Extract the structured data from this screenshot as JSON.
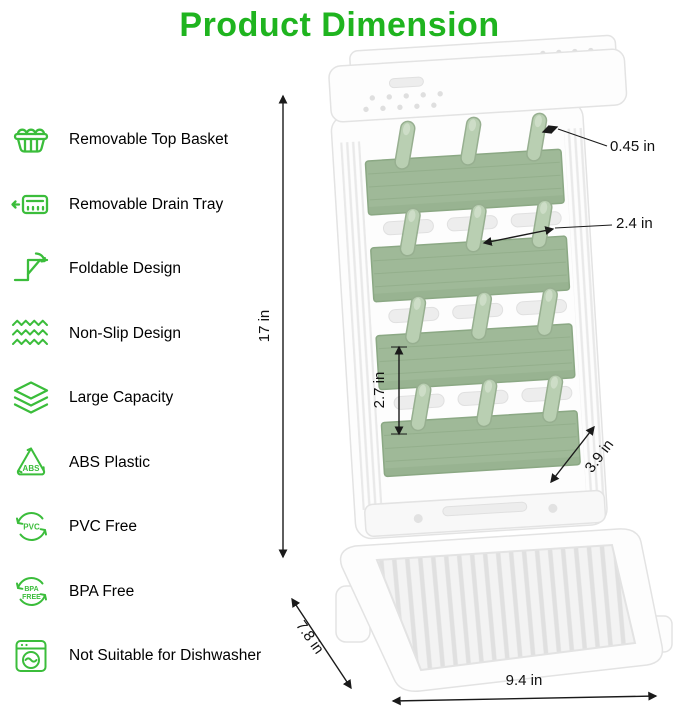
{
  "title": "Product Dimension",
  "colors": {
    "accent_green": "#3bbd3b",
    "title_green": "#1fb41f",
    "panel_green": "#9fb998",
    "peg_green": "#b9cfb2",
    "text_dark": "#111111"
  },
  "features": [
    {
      "label": "Removable Top Basket",
      "icon": "basket-icon"
    },
    {
      "label": "Removable Drain Tray",
      "icon": "drain-tray-icon"
    },
    {
      "label": "Foldable Design",
      "icon": "foldable-icon"
    },
    {
      "label": "Non-Slip Design",
      "icon": "non-slip-icon"
    },
    {
      "label": "Large Capacity",
      "icon": "large-capacity-icon"
    },
    {
      "label": "ABS Plastic",
      "icon": "abs-recycle-icon"
    },
    {
      "label": "PVC Free",
      "icon": "pvc-recycle-icon"
    },
    {
      "label": "BPA Free",
      "icon": "bpa-free-icon"
    },
    {
      "label": "Not Suitable for Dishwasher",
      "icon": "dishwasher-icon"
    }
  ],
  "icon_texts": {
    "abs": "ABS",
    "pvc": "PVC",
    "bpa_line1": "BPA",
    "bpa_line2": "FREE"
  },
  "dimensions": {
    "height": "17 in",
    "peg_width": "0.45 in",
    "peg_spacing": "2.4 in",
    "row_spacing": "2.7 in",
    "peg_length": "3.9 in",
    "depth": "7.8 in",
    "width": "9.4 in"
  }
}
